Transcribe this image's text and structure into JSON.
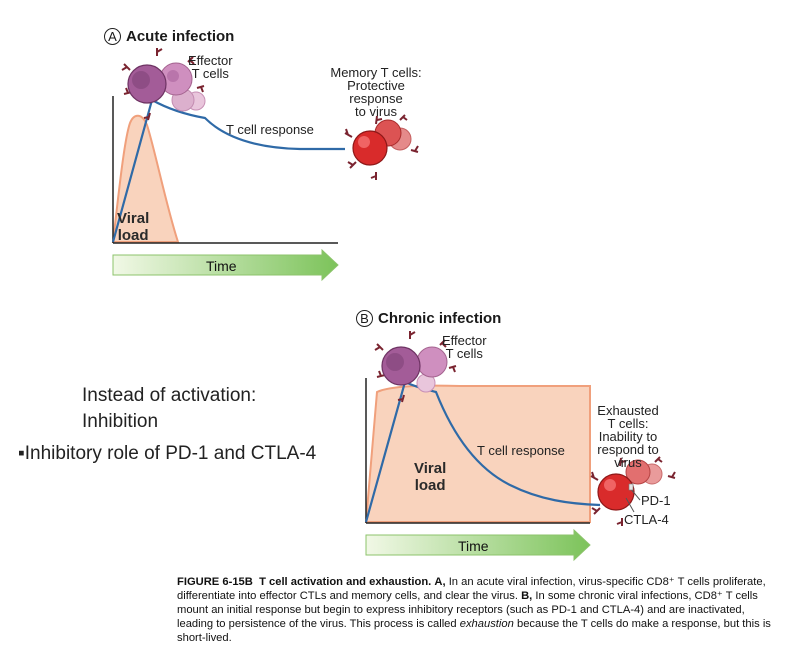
{
  "panel_a": {
    "letter": "A",
    "title": "Acute infection",
    "effector_label": [
      "Effector",
      "T cells"
    ],
    "memory_label": [
      "Memory T cells:",
      "Protective",
      "response",
      "to virus"
    ],
    "response_label": "T cell response",
    "viral_label": [
      "Viral",
      "load"
    ],
    "time_label": "Time"
  },
  "panel_b": {
    "letter": "B",
    "title": "Chronic infection",
    "effector_label": [
      "Effector",
      "T cells"
    ],
    "exhausted_label": [
      "Exhausted",
      "T cells:",
      "Inability to",
      "respond to",
      "virus"
    ],
    "response_label": "T cell response",
    "viral_label": [
      "Viral",
      "load"
    ],
    "time_label": "Time",
    "pd1_label": "PD-1",
    "ctla4_label": "CTLA-4"
  },
  "slide_text": {
    "line1": "Instead of activation:",
    "line2": "Inhibition",
    "bullet_marker": "▪",
    "bullet": "Inhibitory role of PD-1 and CTLA-4"
  },
  "caption": {
    "figure_id": "FIGURE 6-15B",
    "figure_title": "T cell activation and exhaustion.",
    "label_a": "A,",
    "text_a": "In an acute viral infection, virus-specific CD8⁺ T cells proliferate, differentiate into effector CTLs and memory cells, and clear the virus.",
    "label_b": "B,",
    "text_b1": "In some chronic viral infections, CD8⁺ T cells mount an initial response but begin to express inhibitory receptors (such as PD-1 and CTLA-4) and are inactivated, leading to persistence of the virus. This process is called",
    "text_b_em": "exhaustion",
    "text_b2": "because the T cells do make a response, but this is short-lived."
  },
  "colors": {
    "viral_fill": "#f9d3bd",
    "viral_stroke": "#f0a07c",
    "response_line": "#2f6aa7",
    "arrow_light": "#eef7dc",
    "arrow_dark": "#7cc35a",
    "effector_cell": "#b56aa8",
    "memory_cell": "#d92b2b"
  }
}
